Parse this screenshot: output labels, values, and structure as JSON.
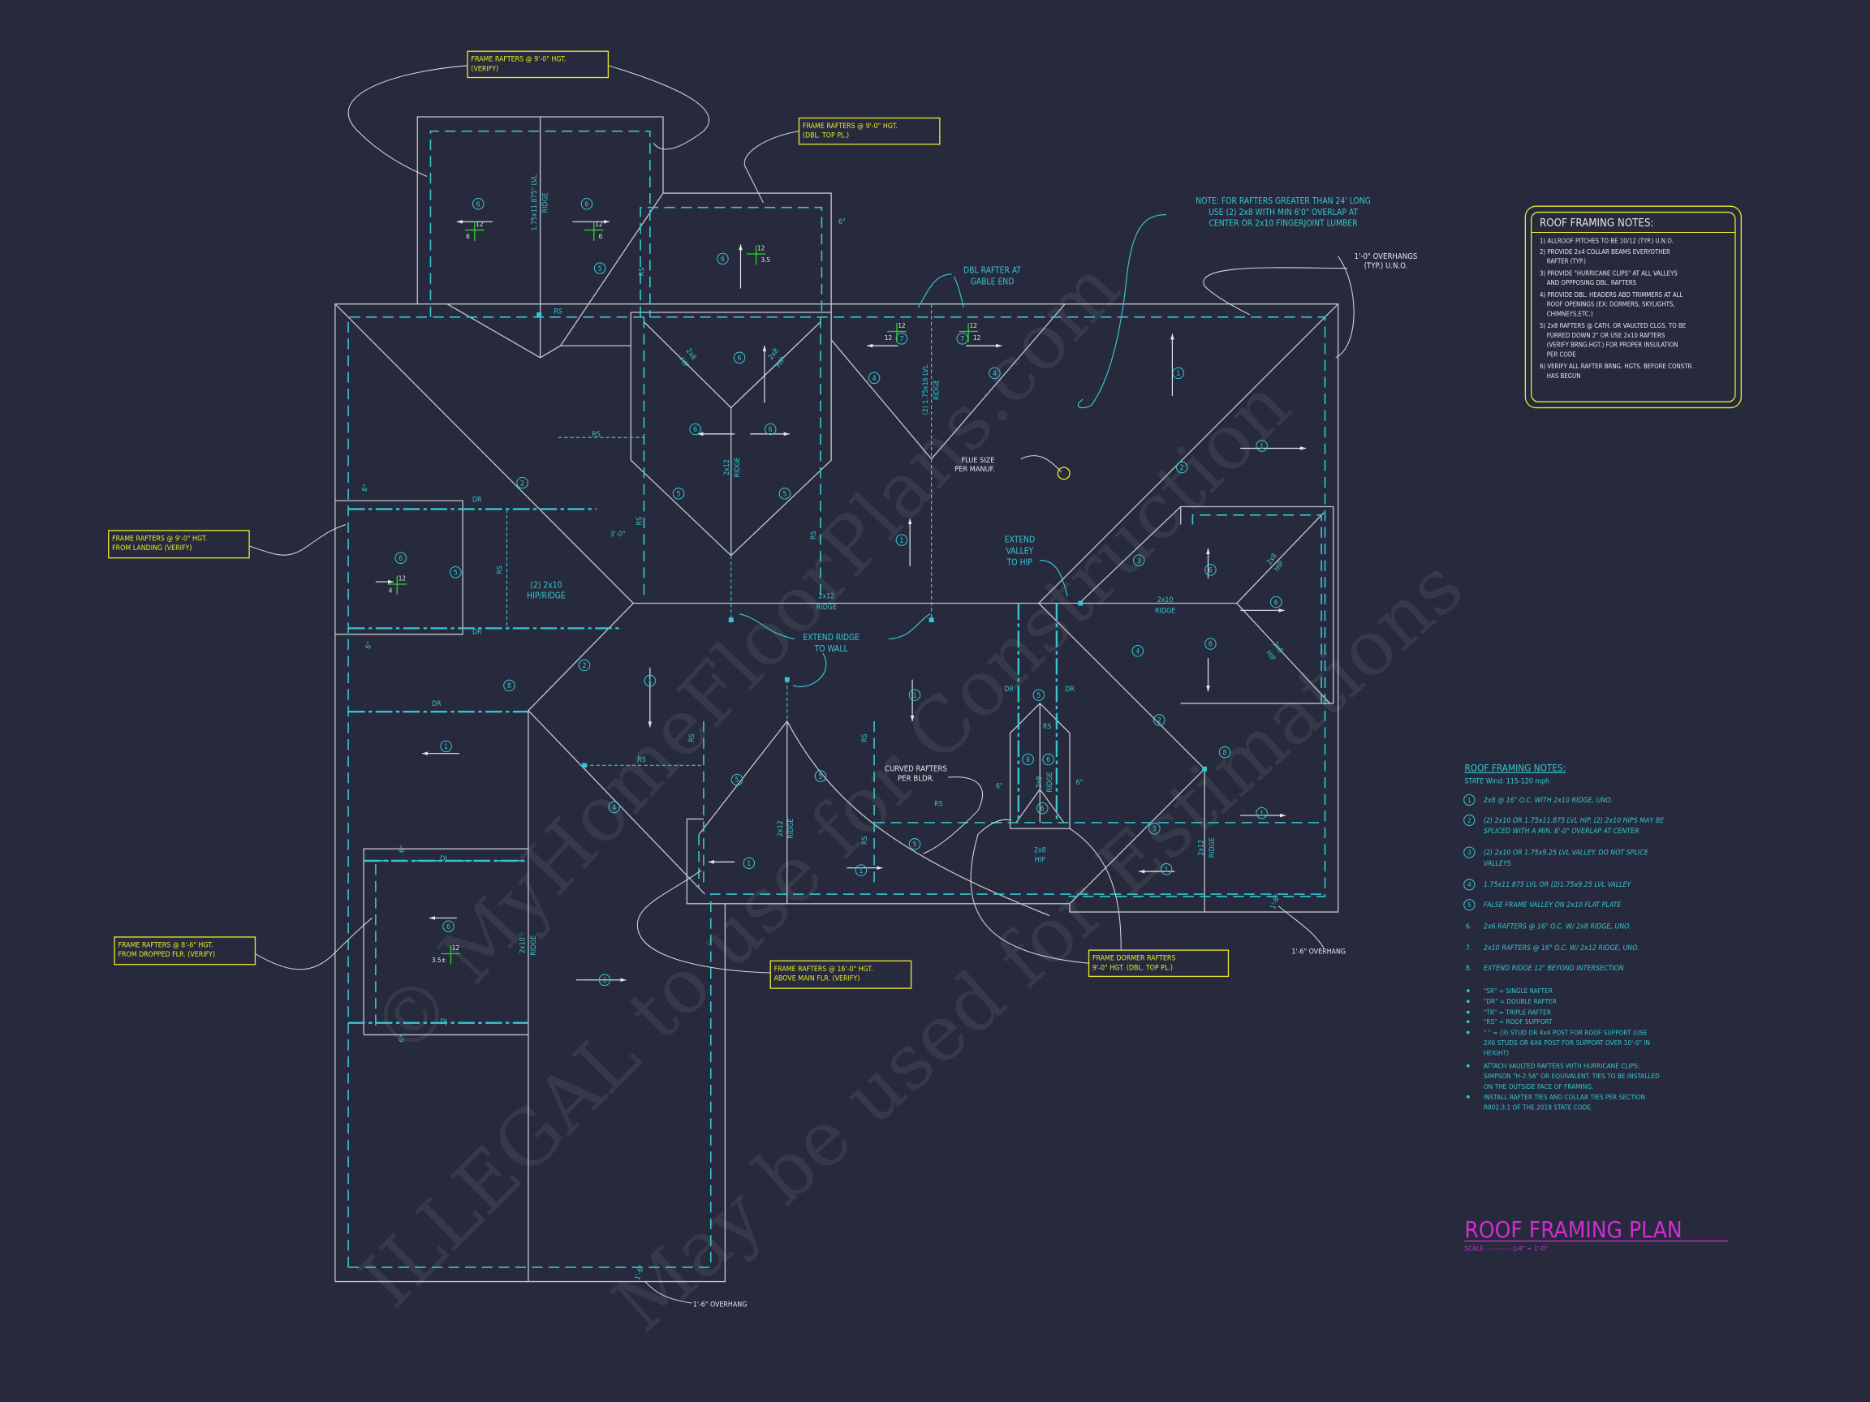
{
  "title": "ROOF FRAMING PLAN",
  "scale": "SCALE: ------------1/4\" = 1'-0\"",
  "colors": {
    "background": "#262a3c",
    "framing": "#36c6cf",
    "outline": "#c2c4cc",
    "callout": "#e8e830",
    "title": "#d62bd6",
    "pitch": "#2fd12f"
  },
  "notes_box": {
    "heading": "ROOF FRAMING NOTES:",
    "lines": [
      "1) ALLROOF PITCHES TO BE 10/12 (TYP.) U.N.O.",
      "2) PROVIDE 2x4 COLLAR BEAMS EVERYOTHER",
      "RAFTER (TYP.)",
      "3) PROVIDE \"HURRICANE CLIPS\" AT ALL VALLEYS",
      "AND OPPPOSING DBL. RAFTERS",
      "4) PROVIDE DBL. HEADERS ABD TRIMMERS AT ALL",
      "ROOF OPENINGS (EX: DORMERS, SKYLIGHTS,",
      "CHIMNEYS,ETC.)",
      "5) 2x8 RAFTERS @ CATH. OR VAULTED CLGS. TO BE",
      "FURRED DOWN 2\" OR USE 2x10 RAFTERS",
      "(VERIFY BRNG.HGT.) FOR PROPER INSULATION",
      "PER CODE",
      "6) VERIFY ALL RAFTER BRNG. HGTS. BEFORE CONSTR.",
      "HAS BEGUN"
    ]
  },
  "legend": {
    "heading": "ROOF FRAMING NOTES:",
    "subheading": "STATE Wind: 115-120 mph",
    "items": [
      {
        "num": "1",
        "lines": [
          "2x8 @ 16\" O.C. WITH 2x10 RIDGE, UNO."
        ]
      },
      {
        "num": "2",
        "lines": [
          "(2) 2x10 OR 1.75x11.875 LVL HIP. (2) 2x10 HIPS MAY BE",
          "SPLICED WITH A MIN. 6'-0\" OVERLAP AT CENTER"
        ]
      },
      {
        "num": "3",
        "lines": [
          "(2) 2x10 OR 1.75x9.25 LVL VALLEY. DO NOT SPLICE",
          "VALLEYS"
        ]
      },
      {
        "num": "4",
        "lines": [
          "1.75x11.875 LVL OR (2)1.75x9.25 LVL VALLEY"
        ]
      },
      {
        "num": "5",
        "lines": [
          "FALSE FRAME VALLEY ON 2x10 FLAT PLATE"
        ]
      },
      {
        "num": "6.",
        "lines": [
          "2x6 RAFTERS @ 16\" O.C. W/ 2x8 RIDGE, UNO."
        ]
      },
      {
        "num": "7.",
        "lines": [
          "2x10 RAFTERS @ 16\" O.C. W/ 2x12 RIDGE, UNO."
        ]
      },
      {
        "num": "8.",
        "lines": [
          "EXTEND RIDGE 12\" BEYOND INTERSECTION"
        ]
      }
    ],
    "bullets": [
      [
        "\"SR\" = SINGLE RAFTER"
      ],
      [
        "\"DR\" = DOUBLE RAFTER"
      ],
      [
        "\"TR\" = TRIPLE RAFTER"
      ],
      [
        "\"RS\" = ROOF SUPPORT"
      ],
      [
        "\" \" = (3) STUD OR 4x4 POST FOR ROOF SUPPORT (USE",
        "2X6 STUDS OR 6X6 POST FOR SUPPORT OVER 10'-0\" IN",
        "HEIGHT)"
      ],
      [
        "ATTACH VAULTED RAFTERS WITH HURRICANE CLIPS:",
        "SIMPSON \"H-2.5A\" OR EQUIVALENT. TIES TO BE INSTALLED",
        "ON THE OUTSIDE FACE OF FRAMING."
      ],
      [
        "INSTALL RAFTER TIES AND COLLAR TIES PER SECTION",
        "R802.3.1 OF THE 2018 STATE CODE."
      ]
    ]
  },
  "callouts": [
    [
      "FRAME RAFTERS @ 9'-0\" HGT.",
      "(VERIFY)"
    ],
    [
      "FRAME RAFTERS @ 9'-0\" HGT.",
      "(DBL. TOP PL.)"
    ],
    [
      "FRAME RAFTERS @ 9'-0\" HGT.",
      "FROM LANDING (VERIFY)"
    ],
    [
      "FRAME RAFTERS @ 8'-6\" HGT.",
      "FROM DROPPED FLR. (VERIFY)"
    ],
    [
      "FRAME RAFTERS @ 16'-0\" HGT.",
      "ABOVE MAIN FLR. (VERIFY)"
    ],
    [
      "FRAME DORMER RAFTERS",
      "9'-0\" HGT. (DBL. TOP PL.)"
    ]
  ],
  "notes": [
    [
      "FLUE SIZE",
      "PER MANUF."
    ],
    [
      "DBL RAFTER AT",
      "GABLE END"
    ],
    [
      "NOTE: FOR RAFTERS GREATER THAN 24' LONG",
      "USE (2) 2x8 WITH MIN 6'0\" OVERLAP AT",
      "CENTER OR 2x10 FINGERJOINT LUMBER"
    ],
    [
      "1'-0\" OVERHANGS",
      "(TYP.) U.N.O."
    ],
    [
      "EXTEND",
      "VALLEY",
      "TO HIP"
    ],
    [
      "EXTEND RIDGE",
      "TO WALL"
    ],
    [
      "CURVED RAFTERS",
      "PER BLDR."
    ],
    [
      "1'-6\" OVERHANG"
    ],
    [
      "1'-6\" OVERHANG"
    ],
    [
      "(2) 2x10",
      "HIP/RIDGE"
    ]
  ],
  "labels": [
    "RS",
    "RS",
    "RS",
    "RS",
    "RS",
    "DR",
    "DR",
    "DR",
    "DR",
    "DR",
    "DJ",
    "DJ",
    "RS",
    "RS",
    "RS",
    "RS",
    "RS",
    "RS",
    "RS",
    "3'-0\"",
    "1.75x11.875\" LVL",
    "RIDGE",
    "(2) 1.75x16 LVL",
    "RIDGE",
    "2x12",
    "RIDGE",
    "2x12",
    "RIDGE",
    "2x10",
    "RIDGE",
    "2x12",
    "RIDGE",
    "2x12",
    "RIDGE",
    "2x10",
    "RIDGE",
    "2x8",
    "RIDGE",
    "2x8",
    "HIP",
    "2x8",
    "HIP",
    "2x8",
    "HIP",
    "2x8",
    "HIP",
    "2x8",
    "HIP",
    "6\"",
    "6\"",
    "6\"",
    "6\"",
    "6\"",
    "6\"",
    "6\"",
    "1'-6\"",
    "1'-6\""
  ],
  "markers": [
    "6",
    "6",
    "5",
    "6",
    "6",
    "6",
    "6",
    "5",
    "5",
    "7",
    "7",
    "4",
    "4",
    "1",
    "1",
    "2",
    "1",
    "2",
    "6",
    "5",
    "3",
    "6",
    "6",
    "4",
    "6",
    "2",
    "1",
    "8",
    "1",
    "2",
    "8",
    "1",
    "5",
    "5",
    "4",
    "5",
    "6",
    "6",
    "1",
    "1",
    "5",
    "6",
    "1",
    "3",
    "1",
    "6",
    "1"
  ],
  "pitch_marks": [
    [
      "12",
      "6"
    ],
    [
      "12",
      "6"
    ],
    [
      "12",
      "3.5"
    ],
    [
      "12",
      "4"
    ],
    [
      "12",
      "3.5±"
    ],
    [
      "12",
      "12"
    ],
    [
      "12",
      "12"
    ]
  ],
  "watermarks": [
    "© MyHomeFloorPlans.com",
    "ILLEGAL to use for Construction",
    "May be used for Estimations"
  ]
}
